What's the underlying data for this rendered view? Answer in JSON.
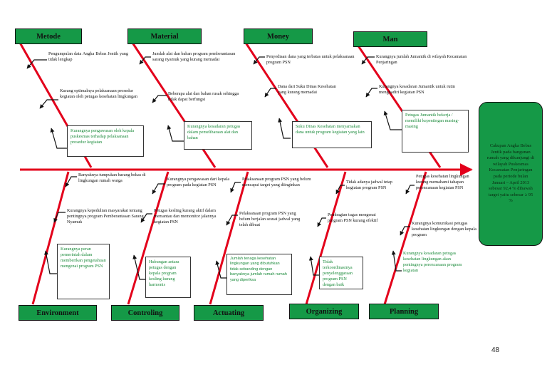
{
  "categories": {
    "metode": "Metode",
    "material": "Material",
    "money": "Money",
    "man": "Man",
    "environment": "Environment",
    "controling": "Controling",
    "actuating": "Actuating",
    "organizing": "Organizing",
    "planning": "Planning"
  },
  "causes": {
    "metode": [
      "Pengumpulan data Angka Bebas Jentik yang tidak lengkap",
      "Kurang optimalnya pelaksanaan prosedur kegiatan oleh petugas kesehatan lingkungan"
    ],
    "metode_box": "Kurangnya pengawasan oleh kepala puskesmas terhadap pelaksanaan prosedur kegiatan",
    "material": [
      "Jumlah alat dan bahan program pemberantasan sarang nyamuk yang kurang memadai",
      "Beberapa alat dan bahan rusak sehingga tidak dapat berfungsi"
    ],
    "material_box": "Kurangnya kesadaran petugas dalam pemeliharaan alat dan bahan",
    "money": [
      "Penyediaan dana yang terbatas untuk pelaksanaan program PSN",
      "Dana dari Suku Dinas Kesehatan yang kurang memadai"
    ],
    "money_box": "Suku Dinas Kesehatan menyamakan dana untuk program kegiatan yang lain",
    "man": [
      "Kurangnya jumlah Jumantik di wilayah Kecamatan Penjaringan",
      "Kurangnya kesadaran Jumantik untuk rutin menghadiri kegiatan PSN"
    ],
    "man_box": "Petugas Jumantik bekerja / memiliki kepentingan masing-masing",
    "environment": [
      "Banyaknya tumpukan barang bekas di lingkungan rumah warga",
      "Kurangnya kepedulian masyarakat tentang pentingnya program Pemberantasan Sarang Nyamuk"
    ],
    "environment_box": "Kurangnya peran pemerintah dalam memberikan pengetahuan mengenai program PSN",
    "controling": [
      "Kurangnya pengawasan dari kepala program pada kegiatan PSN",
      "Petugas kesling kurang aktif dalam memantau dan memonitor jalannya kegiatan PSN"
    ],
    "controling_box": "Hubungan antara petugas dengan kepala program kesling kurang harmonis",
    "actuating": [
      "Pelaksanaan program PSN yang belum mencapai target yang diinginkan",
      "Pelaksanaan program PSN yang belum berjalan sesuai jadwal yang telah dibuat"
    ],
    "actuating_box": "Jumlah tenaga kesehatan lingkungan yang dibutuhkan tidak sebanding dengan banyaknya jumlah rumah rumah yang diperiksa",
    "organizing": [
      "Tidak adanya jadwal tetap kegiatan program PSN",
      "Pembagian tugas mengenai program PSN kurang efektif"
    ],
    "organizing_box": "Tidak terkoordinasinya penyelenggaraan program PSN dengan baik",
    "planning": [
      "Petugas kesehatan lingkungan kurang memahami tahapan perencanaan kegiatan PSN",
      "Kurangnya komunikasi petugas kesehatan lingkungan dengan kepala program"
    ],
    "planning_box": "Kurangnya kesadaran petugas kesehatan lingkungan akan pentingnya perencanaan program kegiatan"
  },
  "effect": "Cakupan Angka Bebas Jentik pada bangunan rumah yang dikunjungi di wilayah Puskesmas Kecamatan Penjaringan pada periode bulan Januari – April 2013 sebesar 92,4 % dibawah target yaitu sebesar ≥ 95 %",
  "page_number": "48",
  "colors": {
    "box_green": "#159947",
    "spine_red": "#e3001b",
    "text_green": "#1a8a3a"
  }
}
